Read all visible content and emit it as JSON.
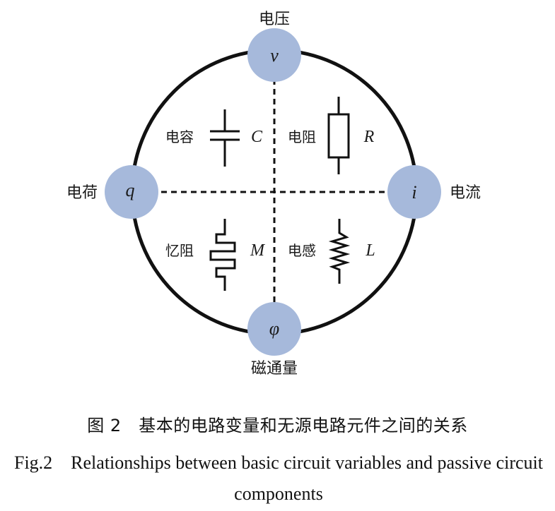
{
  "nodes": {
    "top": {
      "symbol": "v",
      "label": "电压"
    },
    "left": {
      "symbol": "q",
      "label": "电荷"
    },
    "right": {
      "symbol": "i",
      "label": "电流"
    },
    "bottom": {
      "symbol": "φ",
      "label": "磁通量"
    }
  },
  "components": {
    "capacitor": {
      "name": "电容",
      "symbol": "C"
    },
    "resistor": {
      "name": "电阻",
      "symbol": "R"
    },
    "memristor": {
      "name": "忆阻",
      "symbol": "M"
    },
    "inductor": {
      "name": "电感",
      "symbol": "L"
    }
  },
  "caption": {
    "cn": "图 2　基本的电路变量和无源电路元件之间的关系",
    "en": "Fig.2　Relationships between basic circuit variables and passive circuit components"
  },
  "colors": {
    "node_fill": "#a6b9db",
    "line": "#111111"
  }
}
